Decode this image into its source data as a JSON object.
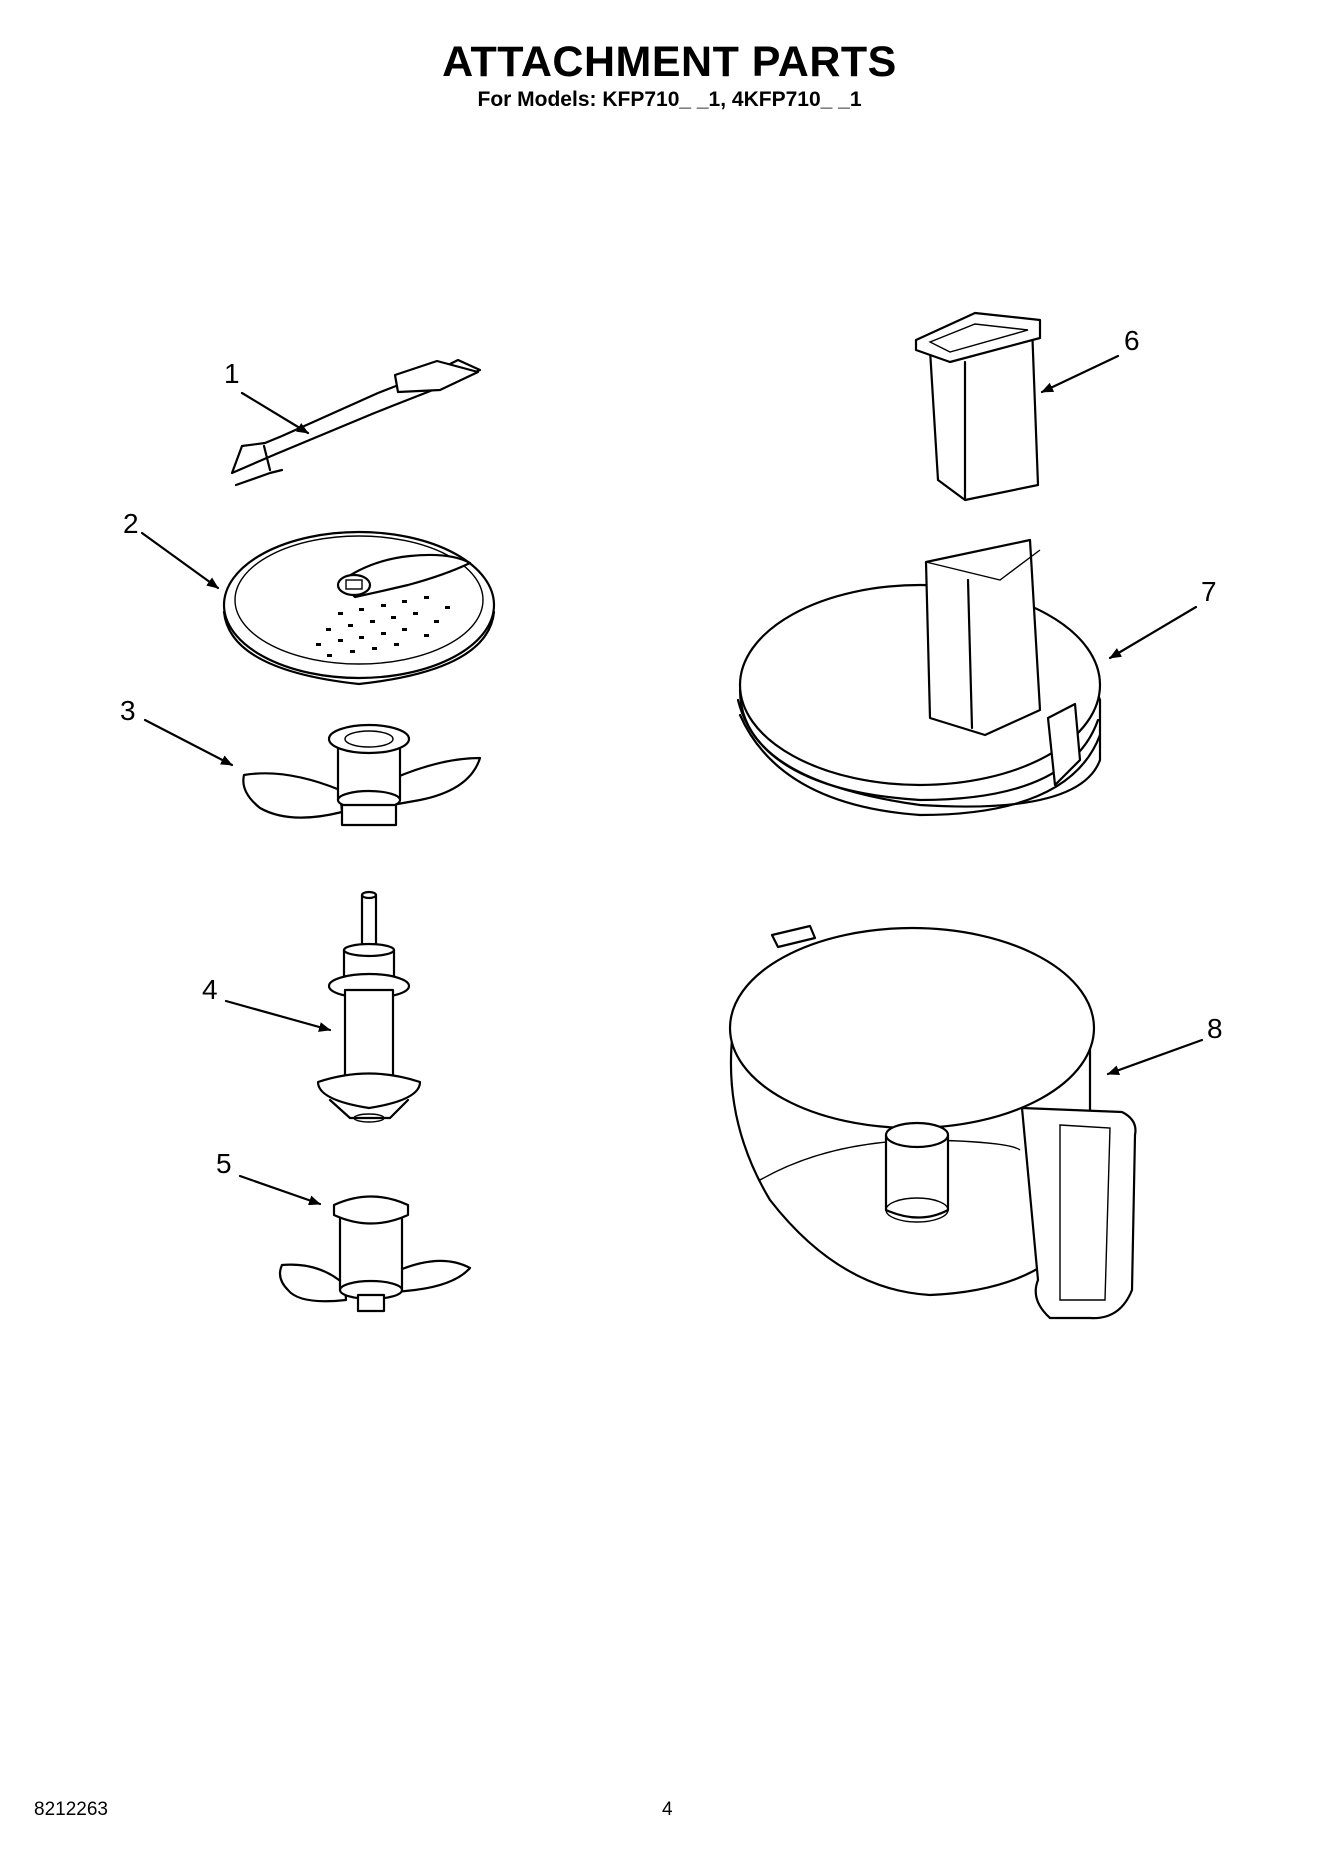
{
  "header": {
    "title": "ATTACHMENT PARTS",
    "subtitle": "For Models: KFP710_ _1, 4KFP710_ _1"
  },
  "callouts": [
    "1",
    "2",
    "3",
    "4",
    "5",
    "6",
    "7",
    "8"
  ],
  "footer": {
    "doc_number": "8212263",
    "page_number": "4"
  }
}
